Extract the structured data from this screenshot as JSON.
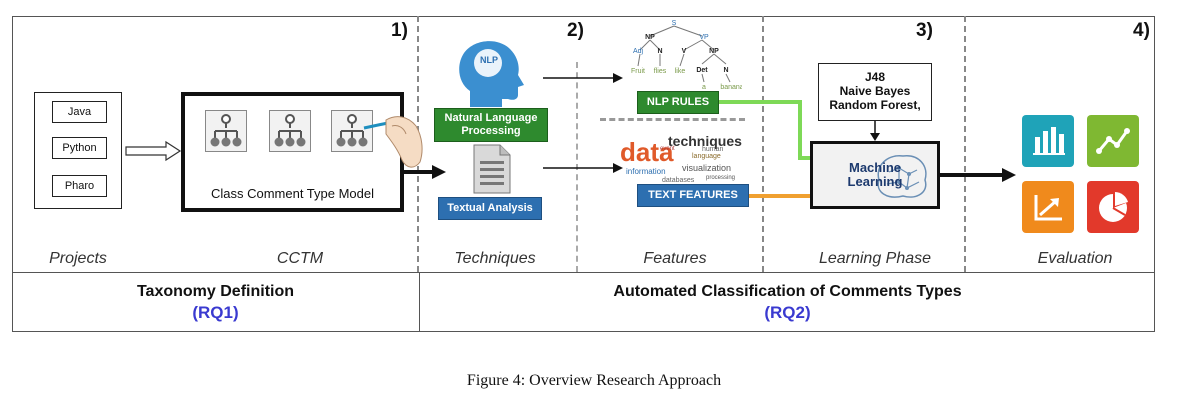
{
  "steps": [
    "1)",
    "2)",
    "3)",
    "4)"
  ],
  "phases": {
    "projects": "Projects",
    "cctm": "CCTM",
    "techniques": "Techniques",
    "features": "Features",
    "learning": "Learning Phase",
    "evaluation": "Evaluation"
  },
  "projects": [
    "Java",
    "Python",
    "Pharo"
  ],
  "cctm_label": "Class Comment Type Model",
  "techniques": {
    "nlp_icon_text": "NLP",
    "nlp_line1": "Natural Language",
    "nlp_line2": "Processing",
    "textual": "Textual Analysis"
  },
  "parse_tree": {
    "root": "S",
    "np": "NP",
    "vp": "VP",
    "adj": "Adj",
    "n": "N",
    "v": "V",
    "np2": "NP",
    "det": "Det",
    "n2": "N",
    "fruit": "Fruit",
    "flies": "flies",
    "like": "like",
    "a": "a",
    "banana": "banana"
  },
  "features": {
    "nlp_rules": "NLP RULES",
    "text_features": "TEXT FEATURES",
    "cloud_main": "data",
    "cloud_words": [
      "techniques",
      "information",
      "visualization",
      "databases",
      "language",
      "human",
      "event",
      "processing"
    ]
  },
  "learning": {
    "algorithms": [
      "J48",
      "Naive Bayes",
      "Random Forest,"
    ],
    "ml_line1": "Machine",
    "ml_line2": "Learning"
  },
  "rq": {
    "left_title": "Taxonomy Definition",
    "left_sub": "(RQ1)",
    "right_title": "Automated Classification of Comments Types",
    "right_sub": "(RQ2)"
  },
  "caption": "Figure 4: Overview Research Approach",
  "colors": {
    "green": "#2e8a2e",
    "blue": "#2d6fb0",
    "rq_accent": "#3a3ad0",
    "eval_teal": "#1fa3b8",
    "eval_green": "#7fb832",
    "eval_orange": "#f08a1c",
    "eval_red": "#e2392b",
    "connector_green": "#7ed957",
    "connector_orange": "#f0a030"
  },
  "evaluation_icons": [
    "bar-chart-icon",
    "line-chart-icon",
    "trend-up-icon",
    "pie-chart-icon"
  ]
}
